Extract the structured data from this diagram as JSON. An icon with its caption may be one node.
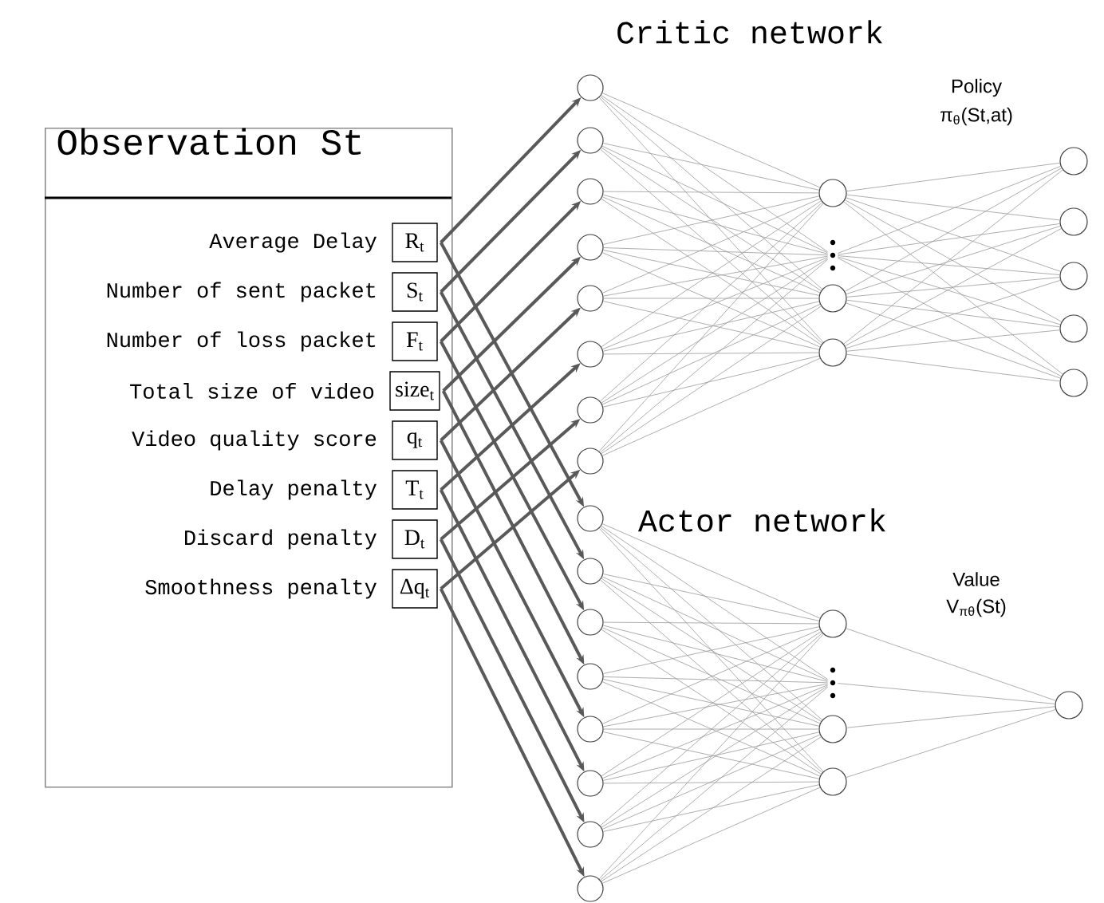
{
  "diagram": {
    "nodes": [
      {
        "text": [
          "Observation St"
        ]
      },
      {
        "text": [
          "R$_{t}$"
        ],
        "beside": [
          "Average Delay"
        ],
        "in": 0
      },
      {
        "text": [
          "S$_{t}$"
        ],
        "beside": [
          "Number of sent packet"
        ],
        "in": 0
      },
      {
        "text": [
          "F$_{t}$"
        ],
        "beside": [
          "Number of loss packet"
        ],
        "in": 0
      },
      {
        "text": [
          "size$_{t}$"
        ],
        "beside": [
          "Total size of video"
        ],
        "in": 0
      },
      {
        "text": [
          "q$_{t}$"
        ],
        "beside": [
          "Video quality score"
        ],
        "in": 0
      },
      {
        "text": [
          "T$_{t}$"
        ],
        "beside": [
          "Delay penalty"
        ],
        "in": 0
      },
      {
        "text": [
          "D$_{t}$"
        ],
        "beside": [
          "Discard penalty"
        ],
        "in": 0
      },
      {
        "text": [
          "Δq$_{t}$"
        ],
        "beside": [
          "Smoothness penalty"
        ],
        "in": 0
      },
      {
        "text": [],
        "shape": "circle"
      },
      {
        "text": [],
        "shape": "circle"
      },
      {
        "text": [],
        "shape": "circle"
      },
      {
        "text": [],
        "shape": "circle"
      },
      {
        "text": [],
        "shape": "circle"
      },
      {
        "text": [],
        "shape": "circle"
      },
      {
        "text": [],
        "shape": "circle"
      },
      {
        "text": [],
        "shape": "circle"
      },
      {
        "text": [],
        "shape": "circle"
      },
      {
        "text": [],
        "shape": "dots"
      },
      {
        "text": [],
        "shape": "circle"
      },
      {
        "text": [],
        "shape": "circle"
      },
      {
        "text": [],
        "shape": "circle"
      },
      {
        "text": [],
        "shape": "circle"
      },
      {
        "text": [],
        "shape": "circle"
      },
      {
        "text": [],
        "shape": "circle"
      },
      {
        "text": [],
        "shape": "circle"
      },
      {
        "text": [],
        "shape": "circle"
      },
      {
        "text": [],
        "shape": "circle"
      },
      {
        "text": [],
        "shape": "circle"
      },
      {
        "text": [],
        "shape": "circle"
      },
      {
        "text": [],
        "shape": "circle"
      },
      {
        "text": [],
        "shape": "circle"
      },
      {
        "text": [],
        "shape": "circle"
      },
      {
        "text": [],
        "shape": "circle"
      },
      {
        "text": [],
        "shape": "circle"
      },
      {
        "text": [],
        "shape": "dots"
      },
      {
        "text": [],
        "shape": "circle"
      },
      {
        "text": [],
        "shape": "circle"
      },
      {
        "text": [],
        "shape": "circle"
      }
    ],
    "edges": [
      {
        "from": 1,
        "to": 9,
        "arrow": "to",
        "style": "thick",
        "color": "#595959"
      },
      {
        "from": 1,
        "to": 26,
        "arrow": "to",
        "style": "thick",
        "color": "#595959"
      },
      {
        "from": 2,
        "to": 10,
        "arrow": "to",
        "style": "thick",
        "color": "#595959"
      },
      {
        "from": 2,
        "to": 27,
        "arrow": "to",
        "style": "thick",
        "color": "#595959"
      },
      {
        "from": 3,
        "to": 11,
        "arrow": "to",
        "style": "thick",
        "color": "#595959"
      },
      {
        "from": 3,
        "to": 28,
        "arrow": "to",
        "style": "thick",
        "color": "#595959"
      },
      {
        "from": 4,
        "to": 12,
        "arrow": "to",
        "style": "thick",
        "color": "#595959"
      },
      {
        "from": 4,
        "to": 29,
        "arrow": "to",
        "style": "thick",
        "color": "#595959"
      },
      {
        "from": 5,
        "to": 13,
        "arrow": "to",
        "style": "thick",
        "color": "#595959"
      },
      {
        "from": 5,
        "to": 30,
        "arrow": "to",
        "style": "thick",
        "color": "#595959"
      },
      {
        "from": 6,
        "to": 14,
        "arrow": "to",
        "style": "thick",
        "color": "#595959"
      },
      {
        "from": 6,
        "to": 31,
        "arrow": "to",
        "style": "thick",
        "color": "#595959"
      },
      {
        "from": 7,
        "to": 15,
        "arrow": "to",
        "style": "thick",
        "color": "#595959"
      },
      {
        "from": 7,
        "to": 32,
        "arrow": "to",
        "style": "thick",
        "color": "#595959"
      },
      {
        "from": 8,
        "to": 16,
        "arrow": "to",
        "style": "thick",
        "color": "#595959"
      },
      {
        "from": 8,
        "to": 33,
        "arrow": "to",
        "style": "thick",
        "color": "#595959"
      },
      {
        "from": 9,
        "to": 17,
        "arrow": "none"
      },
      {
        "from": 9,
        "to": 18,
        "arrow": "none"
      },
      {
        "from": 9,
        "to": 19,
        "arrow": "none"
      },
      {
        "from": 9,
        "to": 20,
        "arrow": "none"
      },
      {
        "from": 10,
        "to": 17,
        "arrow": "none"
      },
      {
        "from": 10,
        "to": 18,
        "arrow": "none"
      },
      {
        "from": 10,
        "to": 19,
        "arrow": "none"
      },
      {
        "from": 10,
        "to": 20,
        "arrow": "none"
      },
      {
        "from": 11,
        "to": 17,
        "arrow": "none"
      },
      {
        "from": 11,
        "to": 18,
        "arrow": "none"
      },
      {
        "from": 11,
        "to": 19,
        "arrow": "none"
      },
      {
        "from": 11,
        "to": 20,
        "arrow": "none"
      },
      {
        "from": 12,
        "to": 17,
        "arrow": "none"
      },
      {
        "from": 12,
        "to": 18,
        "arrow": "none"
      },
      {
        "from": 12,
        "to": 19,
        "arrow": "none"
      },
      {
        "from": 12,
        "to": 20,
        "arrow": "none"
      },
      {
        "from": 13,
        "to": 17,
        "arrow": "none"
      },
      {
        "from": 13,
        "to": 18,
        "arrow": "none"
      },
      {
        "from": 13,
        "to": 19,
        "arrow": "none"
      },
      {
        "from": 13,
        "to": 20,
        "arrow": "none"
      },
      {
        "from": 14,
        "to": 17,
        "arrow": "none"
      },
      {
        "from": 14,
        "to": 18,
        "arrow": "none"
      },
      {
        "from": 14,
        "to": 19,
        "arrow": "none"
      },
      {
        "from": 14,
        "to": 20,
        "arrow": "none"
      },
      {
        "from": 15,
        "to": 17,
        "arrow": "none"
      },
      {
        "from": 15,
        "to": 18,
        "arrow": "none"
      },
      {
        "from": 15,
        "to": 19,
        "arrow": "none"
      },
      {
        "from": 15,
        "to": 20,
        "arrow": "none"
      },
      {
        "from": 16,
        "to": 17,
        "arrow": "none"
      },
      {
        "from": 16,
        "to": 18,
        "arrow": "none"
      },
      {
        "from": 16,
        "to": 19,
        "arrow": "none"
      },
      {
        "from": 16,
        "to": 20,
        "arrow": "none"
      },
      {
        "from": 17,
        "to": 21,
        "arrow": "none"
      },
      {
        "from": 17,
        "to": 22,
        "arrow": "none"
      },
      {
        "from": 17,
        "to": 23,
        "arrow": "none"
      },
      {
        "from": 17,
        "to": 24,
        "arrow": "none"
      },
      {
        "from": 17,
        "to": 25,
        "arrow": "none"
      },
      {
        "from": 18,
        "to": 21,
        "arrow": "none"
      },
      {
        "from": 18,
        "to": 22,
        "arrow": "none"
      },
      {
        "from": 18,
        "to": 23,
        "arrow": "none"
      },
      {
        "from": 18,
        "to": 24,
        "arrow": "none"
      },
      {
        "from": 18,
        "to": 25,
        "arrow": "none"
      },
      {
        "from": 19,
        "to": 21,
        "arrow": "none"
      },
      {
        "from": 19,
        "to": 22,
        "arrow": "none"
      },
      {
        "from": 19,
        "to": 23,
        "arrow": "none"
      },
      {
        "from": 19,
        "to": 24,
        "arrow": "none"
      },
      {
        "from": 19,
        "to": 25,
        "arrow": "none"
      },
      {
        "from": 20,
        "to": 21,
        "arrow": "none"
      },
      {
        "from": 20,
        "to": 22,
        "arrow": "none"
      },
      {
        "from": 20,
        "to": 23,
        "arrow": "none"
      },
      {
        "from": 20,
        "to": 24,
        "arrow": "none"
      },
      {
        "from": 20,
        "to": 25,
        "arrow": "none"
      },
      {
        "from": 26,
        "to": 34,
        "arrow": "none"
      },
      {
        "from": 26,
        "to": 35,
        "arrow": "none"
      },
      {
        "from": 26,
        "to": 36,
        "arrow": "none"
      },
      {
        "from": 26,
        "to": 37,
        "arrow": "none"
      },
      {
        "from": 27,
        "to": 34,
        "arrow": "none"
      },
      {
        "from": 27,
        "to": 35,
        "arrow": "none"
      },
      {
        "from": 27,
        "to": 36,
        "arrow": "none"
      },
      {
        "from": 27,
        "to": 37,
        "arrow": "none"
      },
      {
        "from": 28,
        "to": 34,
        "arrow": "none"
      },
      {
        "from": 28,
        "to": 35,
        "arrow": "none"
      },
      {
        "from": 28,
        "to": 36,
        "arrow": "none"
      },
      {
        "from": 28,
        "to": 37,
        "arrow": "none"
      },
      {
        "from": 29,
        "to": 34,
        "arrow": "none"
      },
      {
        "from": 29,
        "to": 35,
        "arrow": "none"
      },
      {
        "from": 29,
        "to": 36,
        "arrow": "none"
      },
      {
        "from": 29,
        "to": 37,
        "arrow": "none"
      },
      {
        "from": 30,
        "to": 34,
        "arrow": "none"
      },
      {
        "from": 30,
        "to": 35,
        "arrow": "none"
      },
      {
        "from": 30,
        "to": 36,
        "arrow": "none"
      },
      {
        "from": 30,
        "to": 37,
        "arrow": "none"
      },
      {
        "from": 31,
        "to": 34,
        "arrow": "none"
      },
      {
        "from": 31,
        "to": 35,
        "arrow": "none"
      },
      {
        "from": 31,
        "to": 36,
        "arrow": "none"
      },
      {
        "from": 31,
        "to": 37,
        "arrow": "none"
      },
      {
        "from": 32,
        "to": 34,
        "arrow": "none"
      },
      {
        "from": 32,
        "to": 35,
        "arrow": "none"
      },
      {
        "from": 32,
        "to": 36,
        "arrow": "none"
      },
      {
        "from": 32,
        "to": 37,
        "arrow": "none"
      },
      {
        "from": 33,
        "to": 34,
        "arrow": "none"
      },
      {
        "from": 33,
        "to": 35,
        "arrow": "none"
      },
      {
        "from": 33,
        "to": 36,
        "arrow": "none"
      },
      {
        "from": 33,
        "to": 37,
        "arrow": "none"
      },
      {
        "from": 34,
        "to": 38,
        "arrow": "none"
      },
      {
        "from": 35,
        "to": 38,
        "arrow": "none"
      },
      {
        "from": 36,
        "to": 38,
        "arrow": "none"
      },
      {
        "from": 37,
        "to": 38,
        "arrow": "none"
      }
    ],
    "labels": [
      "Critic network",
      "Policy",
      "π$_{θ}$(St,at)",
      "Actor network",
      "Value",
      "V$_{πθ}$(St)"
    ]
  }
}
